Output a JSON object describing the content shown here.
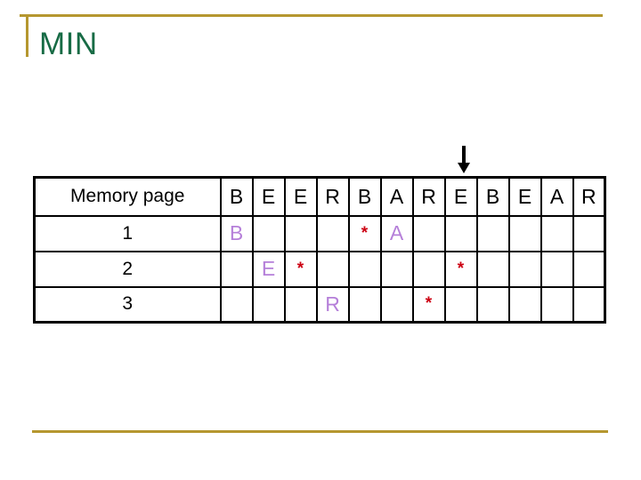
{
  "slide": {
    "title": "MIN",
    "colors": {
      "accent_gold": "#b5972f",
      "title_green": "#176b45",
      "page_purple": "#b57fd9",
      "hit_red": "#cc0011",
      "table_border": "#000000"
    }
  },
  "arrow": {
    "symbol": "↓",
    "points_to_column": 8
  },
  "table": {
    "header": [
      "Memory page",
      "B",
      "E",
      "E",
      "R",
      "B",
      "A",
      "R",
      "E",
      "B",
      "E",
      "A",
      "R"
    ],
    "rows": [
      {
        "label": "1",
        "cells": [
          "B",
          "",
          "",
          "",
          "*",
          "A",
          "",
          "",
          "",
          "",
          "",
          ""
        ]
      },
      {
        "label": "2",
        "cells": [
          "",
          "E",
          "*",
          "",
          "",
          "",
          "",
          "*",
          "",
          "",
          "",
          ""
        ]
      },
      {
        "label": "3",
        "cells": [
          "",
          "",
          "",
          "R",
          "",
          "",
          "*",
          "",
          "",
          "",
          "",
          ""
        ]
      }
    ]
  }
}
